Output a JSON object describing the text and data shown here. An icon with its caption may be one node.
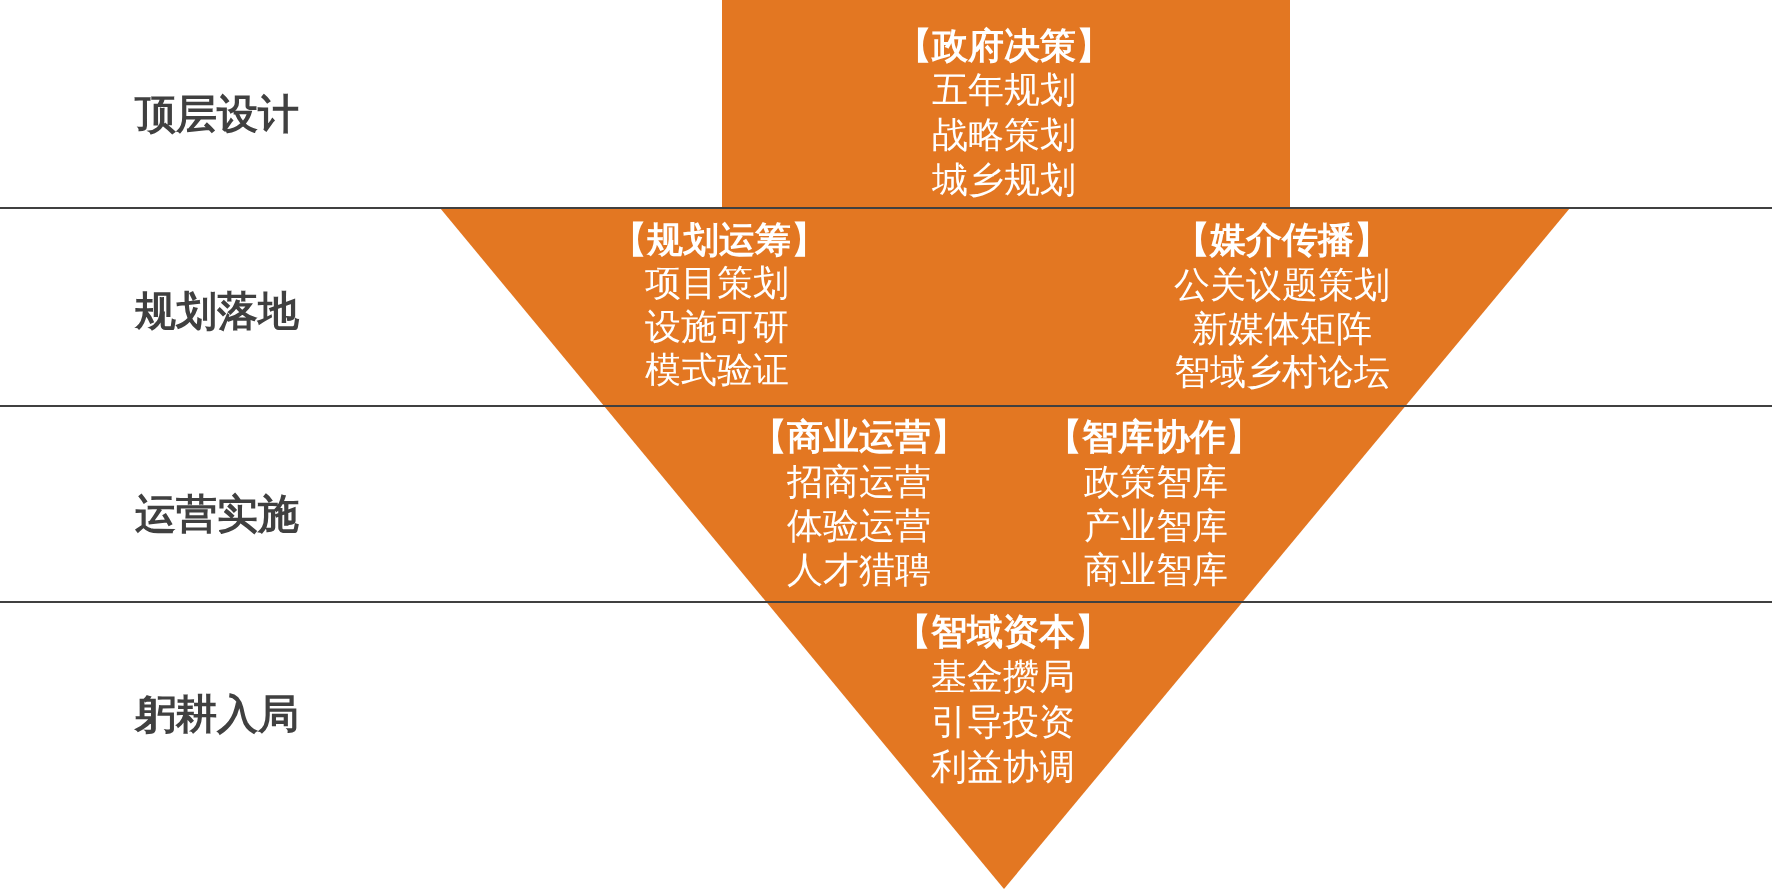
{
  "diagram": {
    "nodes": [
      {
        "text": [
          "【政府决策】",
          "五年规划",
          "战略策划",
          "城乡规划"
        ]
      },
      {
        "text": [
          "【规划运筹】",
          "项目策划",
          "设施可研",
          "模式验证",
          "【媒介传播】",
          "公关议题策划",
          "新媒体矩阵",
          "智域乡村论坛",
          "【商业运营】",
          "招商运营",
          "体验运营",
          "人才猎聘",
          "【智库协作】",
          "政策智库",
          "产业智库",
          "商业智库",
          "【智域资本】",
          "基金攒局",
          "引导投资",
          "利益协调"
        ]
      }
    ],
    "labels": [
      "顶层设计",
      "规划落地",
      "运营实施",
      "躬耕入局"
    ]
  }
}
